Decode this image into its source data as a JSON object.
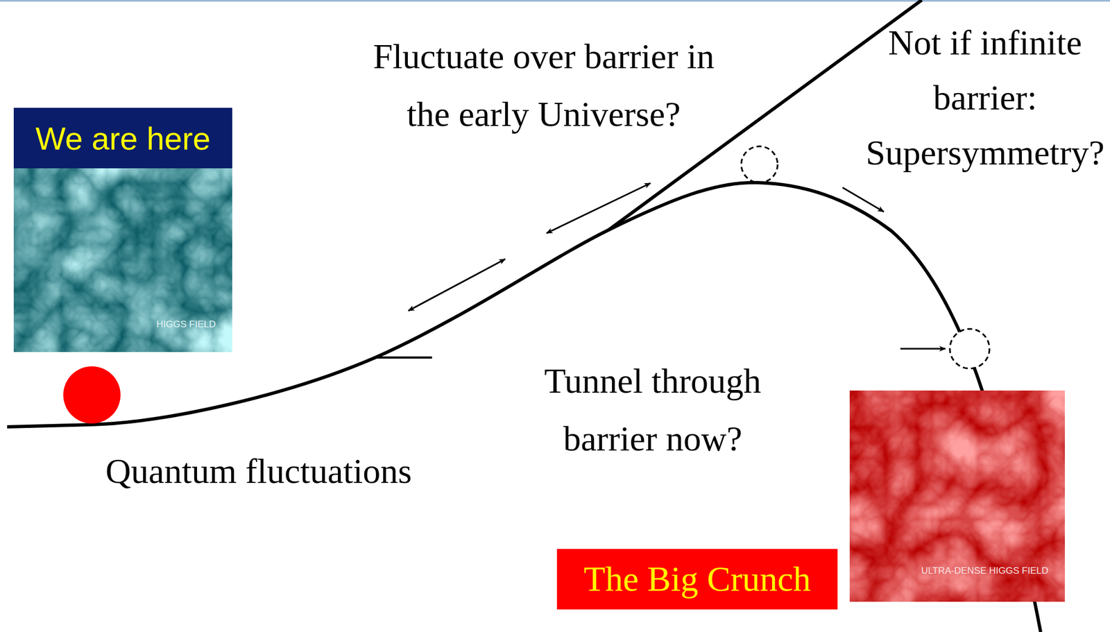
{
  "diagram": {
    "nodes": [
      {
        "text": [
          "We are here",
          "HIGGS FIELD"
        ]
      },
      {
        "text": [
          "The Big Crunch"
        ]
      },
      {
        "text": [
          "ULTRA-DENSE HIGGS FIELD"
        ]
      }
    ],
    "labels": [
      "Fluctuate over barrier in the early Universe?",
      "Not if infinite barrier: Supersymmetry?",
      "Tunnel through barrier now?",
      "Quantum fluctuations"
    ]
  }
}
